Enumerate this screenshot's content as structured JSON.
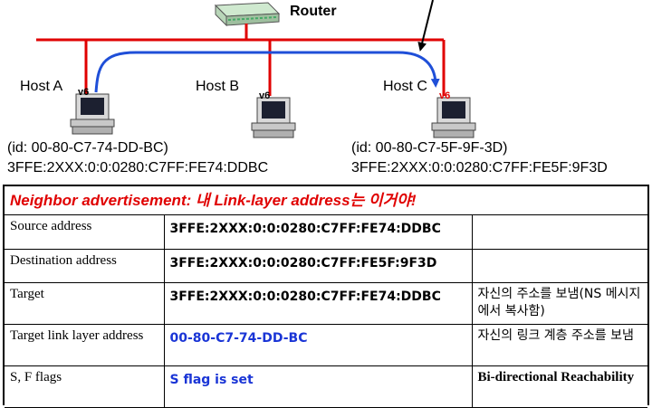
{
  "diagram": {
    "router_label": "Router",
    "hosts": [
      {
        "label": "Host A",
        "badge": "v6"
      },
      {
        "label": "Host B",
        "badge": "v6"
      },
      {
        "label": "Host C",
        "badge": "v6"
      }
    ],
    "host_a_id": "(id: 00-80-C7-74-DD-BC)",
    "host_a_addr": "3FFE:2XXX:0:0:0280:C7FF:FE74:DDBC",
    "host_c_id": "(id: 00-80-C7-5F-9F-3D)",
    "host_c_addr": "3FFE:2XXX:0:0:0280:C7FF:FE5F:9F3D",
    "colors": {
      "network_line": "#e00000",
      "path_arrow": "#1f4fd8",
      "title": "#e00000",
      "link_addr": "#1a35d6"
    },
    "icons": [
      "router-icon",
      "computer-icon",
      "arrow-icon"
    ]
  },
  "table": {
    "title": "Neighbor advertisement: 내 Link-layer address는 이거야!",
    "rows": [
      {
        "field": "Source address",
        "value": "3FFE:2XXX:0:0:0280:C7FF:FE74:DDBC",
        "note": ""
      },
      {
        "field": "Destination address",
        "value": "3FFE:2XXX:0:0:0280:C7FF:FE5F:9F3D",
        "note": ""
      },
      {
        "field": "Target",
        "value": "3FFE:2XXX:0:0:0280:C7FF:FE74:DDBC",
        "note": "자신의 주소를 보냄(NS 메시지에서 복사함)"
      },
      {
        "field": "Target link layer address",
        "value": "00-80-C7-74-DD-BC",
        "note": "자신의 링크 계층 주소를 보냄"
      },
      {
        "field": "S, F flags",
        "value": "S flag is set",
        "note": "Bi-directional Reachability"
      }
    ]
  }
}
